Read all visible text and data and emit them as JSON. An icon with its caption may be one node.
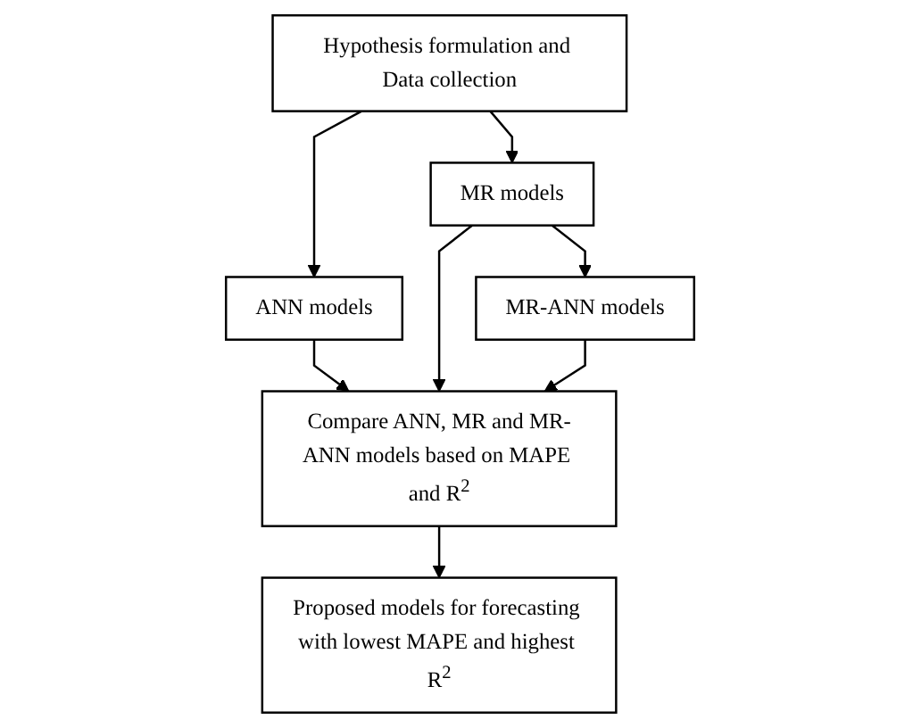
{
  "diagram": {
    "nodes": [
      {
        "text": [
          "Hypothesis formulation and Data collection"
        ]
      },
      {
        "text": [
          "ANN models"
        ]
      },
      {
        "text": [
          "MR models"
        ]
      },
      {
        "text": [
          "MR-ANN models"
        ]
      },
      {
        "text": [
          "Compare ANN, MR and MR-ANN models based on MAPE and R$^{2}$"
        ]
      },
      {
        "text": [
          "Proposed models for forecasting with lowest MAPE and highest R$^{2}$"
        ]
      }
    ],
    "edges": [
      {
        "from": 0,
        "to": 1,
        "arrow": "to"
      },
      {
        "from": 0,
        "to": 2,
        "arrow": "to"
      },
      {
        "from": 2,
        "to": 3,
        "arrow": "to"
      },
      {
        "from": 1,
        "to": 4,
        "arrow": "to"
      },
      {
        "from": 2,
        "to": 4,
        "arrow": "to"
      },
      {
        "from": 3,
        "to": 4,
        "arrow": "to"
      },
      {
        "from": 4,
        "to": 5,
        "arrow": "to"
      }
    ]
  }
}
